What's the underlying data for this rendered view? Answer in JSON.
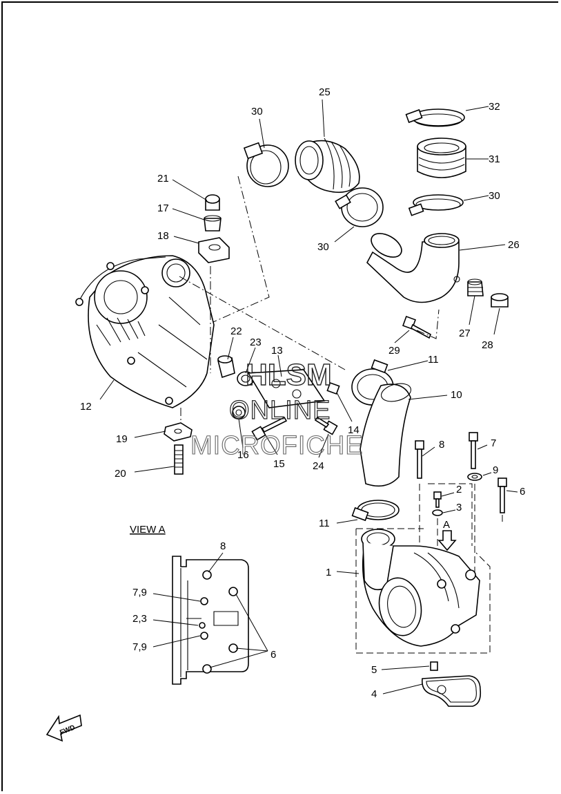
{
  "watermark": {
    "line1": "HLSM",
    "line2": "ONLINE",
    "line3": "MICROFICHE"
  },
  "view_label": "VIEW A",
  "view_marker": "A",
  "fwd_label": "FWD",
  "callouts": {
    "c1": "1",
    "c2": "2",
    "c3": "3",
    "c4": "4",
    "c5": "5",
    "c6a": "6",
    "c6b": "6",
    "c7": "7",
    "c8a": "8",
    "c8b": "8",
    "c9": "9",
    "c10": "10",
    "c11a": "11",
    "c11b": "11",
    "c12": "12",
    "c13": "13",
    "c14": "14",
    "c15": "15",
    "c16": "16",
    "c17": "17",
    "c18": "18",
    "c19": "19",
    "c20": "20",
    "c21": "21",
    "c22": "22",
    "c23": "23",
    "c24": "24",
    "c25": "25",
    "c26": "26",
    "c27": "27",
    "c28": "28",
    "c29": "29",
    "c30a": "30",
    "c30b": "30",
    "c30c": "30",
    "c31": "31",
    "c32": "32",
    "v79a": "7,9",
    "v23": "2,3",
    "v79b": "7,9"
  }
}
